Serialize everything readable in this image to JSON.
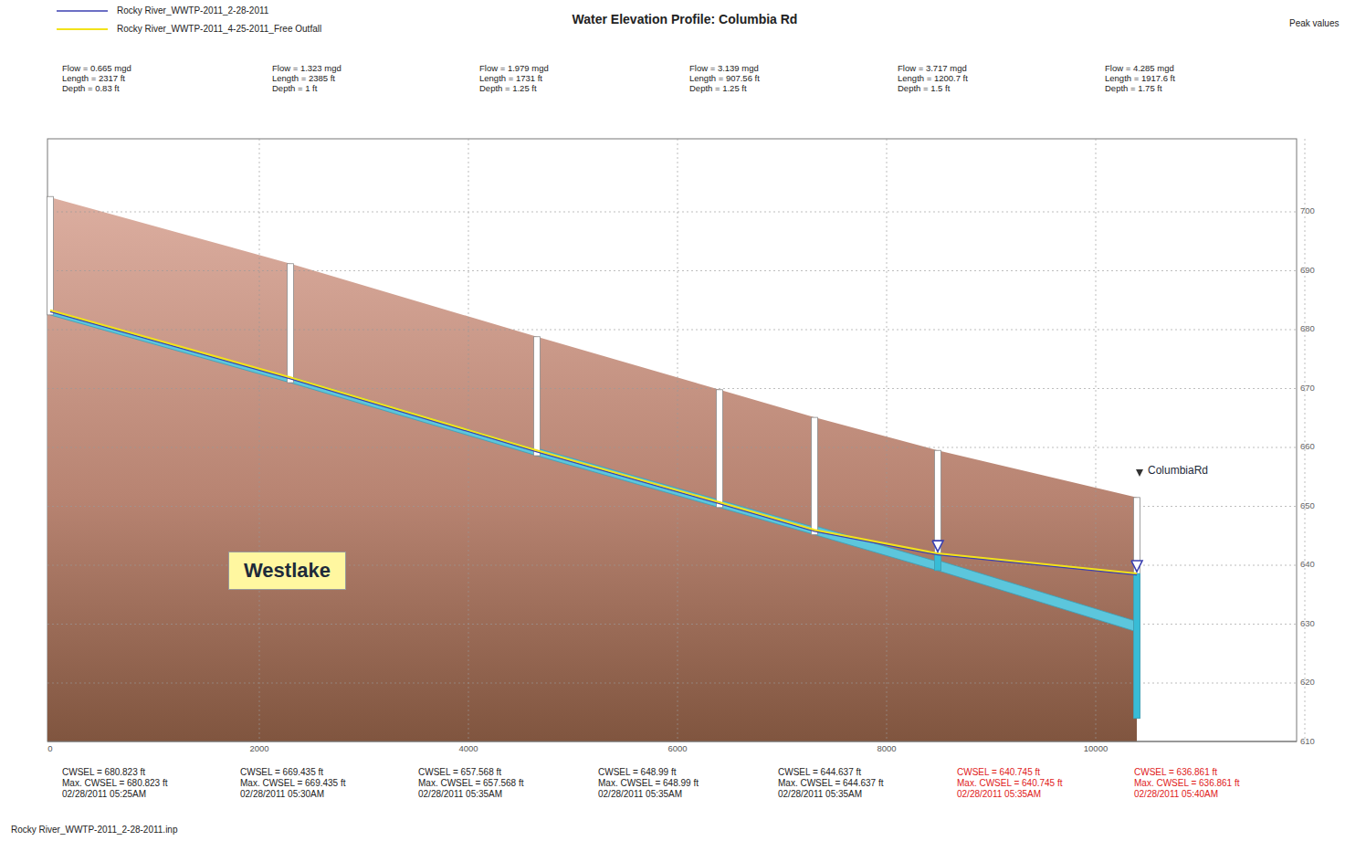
{
  "diagram": {
    "title": "Water Elevation Profile: Columbia Rd",
    "nodes": [
      {
        "text": [
          "Westlake"
        ]
      }
    ],
    "labels": [
      "Peak values",
      "Flow = 0.665 mgd",
      "Length = 2317 ft",
      "Depth = 0.83 ft",
      "Flow = 1.323 mgd",
      "Length = 2385 ft",
      "Depth = 1 ft",
      "Flow = 1.979 mgd",
      "Length = 1731 ft",
      "Depth = 1.25 ft",
      "Flow = 3.139 mgd",
      "Length = 907.56 ft",
      "Depth = 1.25 ft",
      "Flow = 3.717 mgd",
      "Length = 1200.7 ft",
      "Depth = 1.5 ft",
      "Flow = 4.285 mgd",
      "Length = 1917.6 ft",
      "Depth = 1.75 ft",
      "0",
      "2000",
      "4000",
      "6000",
      "8000",
      "10000",
      "700",
      "690",
      "680",
      "670",
      "660",
      "650",
      "640",
      "630",
      "620",
      "610",
      "ColumbiaRd",
      "CWSEL = 680.823 ft",
      "Max. CWSEL = 680.823 ft",
      "02/28/2011 05:25AM",
      "CWSEL = 669.435 ft",
      "Max. CWSEL = 669.435 ft",
      "02/28/2011 05:30AM",
      "CWSEL = 657.568 ft",
      "Max. CWSEL = 657.568 ft",
      "02/28/2011 05:35AM",
      "CWSEL = 648.99 ft",
      "Max. CWSEL = 648.99 ft",
      "02/28/2011 05:35AM",
      "CWSEL = 644.637 ft",
      "Max. CWSEL = 644.637 ft",
      "02/28/2011 05:35AM",
      "CWSEL = 640.745 ft",
      "Max. CWSEL = 640.745 ft",
      "02/28/2011 05:35AM",
      "CWSEL = 636.861 ft",
      "Max. CWSEL = 636.861 ft",
      "02/28/2011 05:40AM",
      "Rocky River_WWTP-2011_2-28-2011.inp"
    ],
    "legend": [
      {
        "text": "Rocky River_WWTP-2011_2-28-2011"
      },
      {
        "text": "Rocky River_WWTP-2011_4-25-2011_Free Outfall"
      }
    ]
  }
}
